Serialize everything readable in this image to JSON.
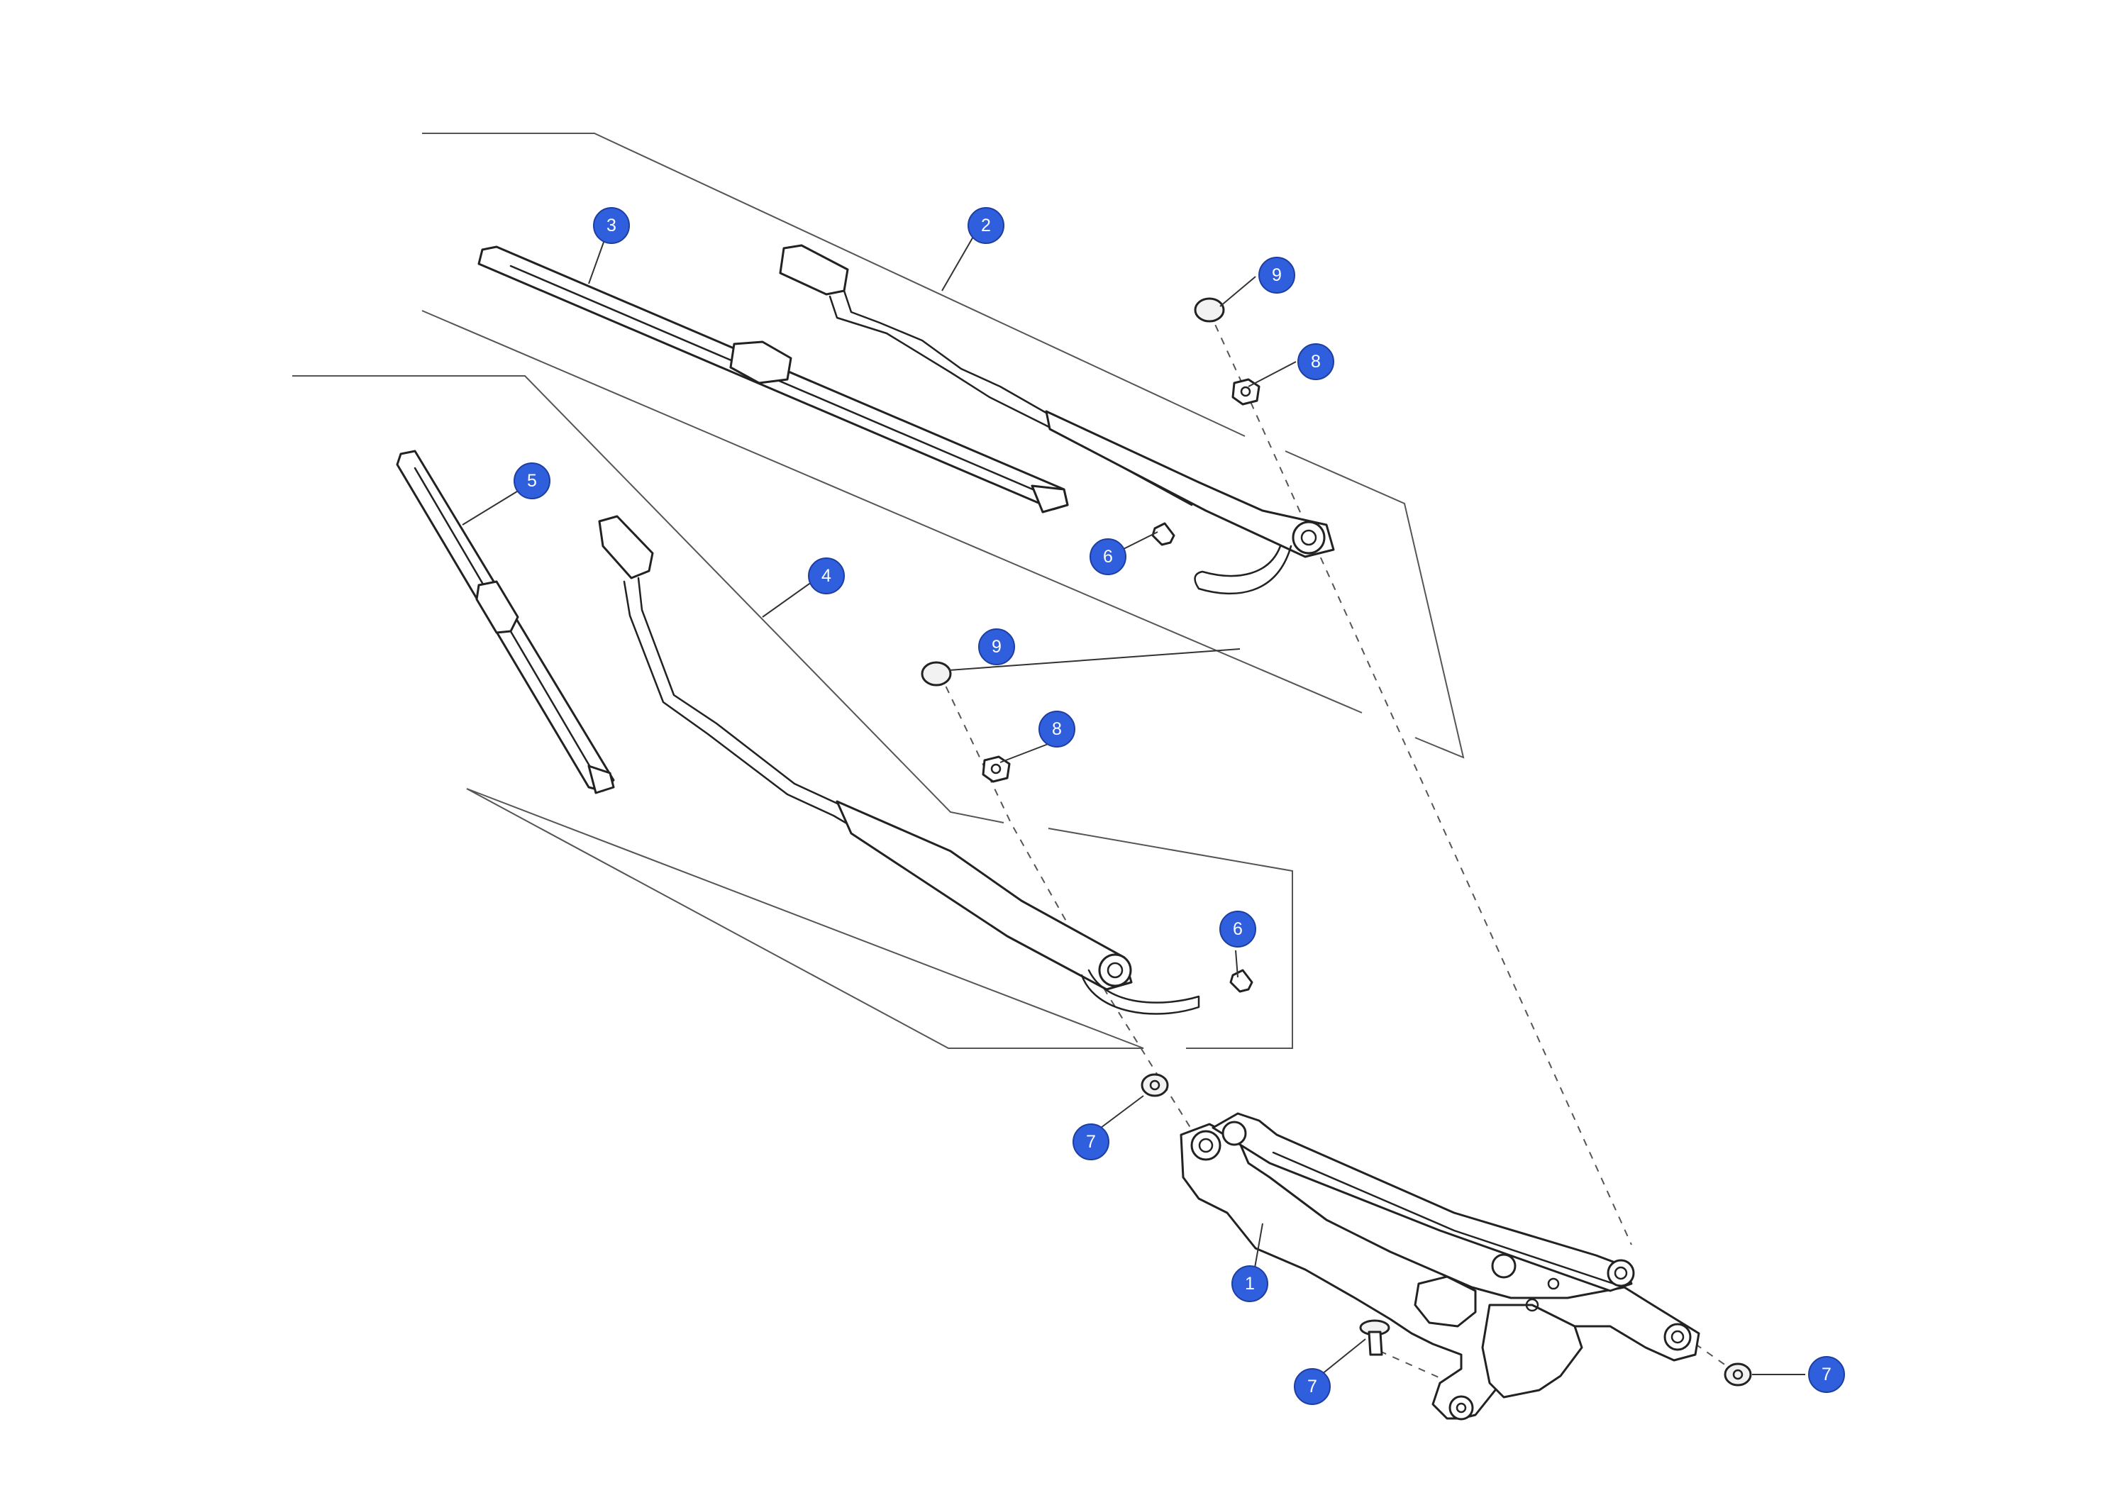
{
  "callouts": [
    {
      "id": "c-1",
      "label": "1"
    },
    {
      "id": "c-2",
      "label": "2"
    },
    {
      "id": "c-3",
      "label": "3"
    },
    {
      "id": "c-4",
      "label": "4"
    },
    {
      "id": "c-5",
      "label": "5"
    },
    {
      "id": "c-6a",
      "label": "6"
    },
    {
      "id": "c-6b",
      "label": "6"
    },
    {
      "id": "c-7a",
      "label": "7"
    },
    {
      "id": "c-7b",
      "label": "7"
    },
    {
      "id": "c-7c",
      "label": "7"
    },
    {
      "id": "c-8a",
      "label": "8"
    },
    {
      "id": "c-8b",
      "label": "8"
    },
    {
      "id": "c-9a",
      "label": "9"
    },
    {
      "id": "c-9b",
      "label": "9"
    }
  ],
  "colors": {
    "callout": "#2f5fdc",
    "line": "#222222"
  }
}
